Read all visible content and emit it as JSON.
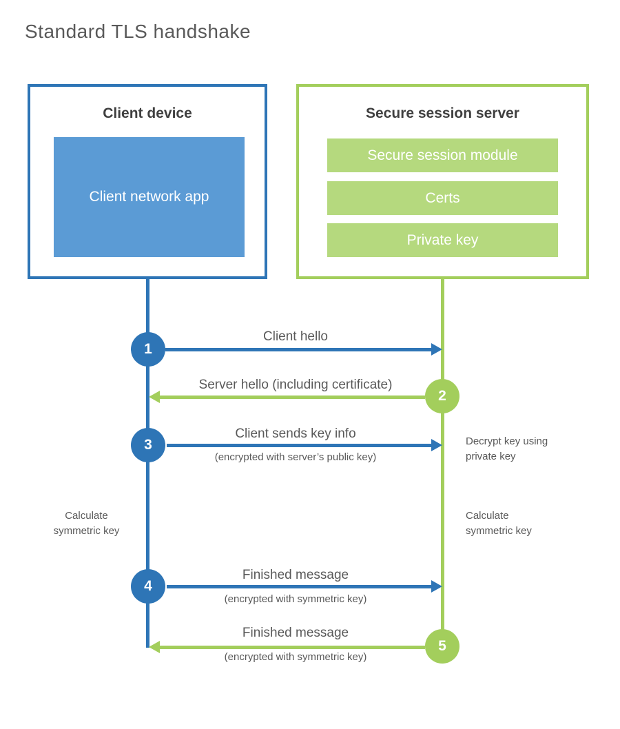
{
  "title": "Standard TLS handshake",
  "client": {
    "title": "Client device",
    "app_label": "Client network app"
  },
  "server": {
    "title": "Secure session server",
    "modules": [
      "Secure session module",
      "Certs",
      "Private key"
    ]
  },
  "steps": [
    {
      "num": "1",
      "label": "Client hello",
      "sub": ""
    },
    {
      "num": "2",
      "label": "Server hello (including certificate)",
      "sub": ""
    },
    {
      "num": "3",
      "label": "Client sends key info",
      "sub": "(encrypted with server’s public key)"
    },
    {
      "num": "4",
      "label": "Finished message",
      "sub": "(encrypted with symmetric key)"
    },
    {
      "num": "5",
      "label": "Finished message",
      "sub": "(encrypted with symmetric key)"
    }
  ],
  "side_notes": {
    "decrypt": "Decrypt key using private key",
    "calc_left": "Calculate symmetric key",
    "calc_right": "Calculate symmetric key"
  },
  "colors": {
    "blue": "#2e75b6",
    "blue-fill": "#5b9bd5",
    "green": "#a3ce5c",
    "green-fill": "#b5d97e",
    "text": "#595959",
    "heading": "#3f3f3f",
    "title": "#595959"
  }
}
